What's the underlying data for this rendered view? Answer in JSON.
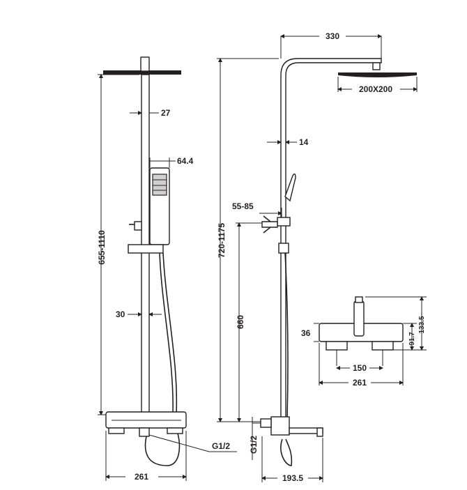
{
  "front_view": {
    "bar_height": "655-1110",
    "pipe_width": "27",
    "handshower_width": "64.4",
    "slide_bar_width": "30",
    "inlet_thread": "G1/2",
    "base_width": "261"
  },
  "side_view": {
    "arm_length": "330",
    "head_size": "200X200",
    "pipe_diameter": "14",
    "bracket_range": "55-85",
    "total_height": "720-1175",
    "mixer_height": "660",
    "inlet_thread": "G1/2",
    "spout_depth": "193.5"
  },
  "mixer_detail": {
    "body_height": "36",
    "inlet_spacing": "150",
    "width": "261",
    "height_a": "91.7",
    "height_b": "133.5"
  }
}
